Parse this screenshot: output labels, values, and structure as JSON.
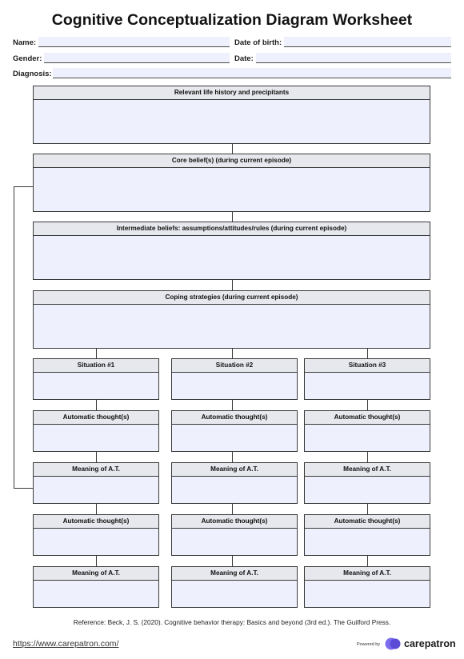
{
  "title": "Cognitive Conceptualization Diagram Worksheet",
  "fields": {
    "name": "Name:",
    "dob": "Date of birth:",
    "gender": "Gender:",
    "date": "Date:",
    "diagnosis": "Diagnosis:"
  },
  "sections": {
    "history": "Relevant life history and precipitants",
    "core": "Core belief(s) (during current episode)",
    "intermediate": "Intermediate beliefs: assumptions/attitudes/rules (during current episode)",
    "coping": "Coping strategies (during current episode)"
  },
  "columns": [
    {
      "situation": "Situation #1",
      "auto1": "Automatic thought(s)",
      "meaning1": "Meaning of A.T.",
      "auto2": "Automatic thought(s)",
      "meaning2": "Meaning of A.T."
    },
    {
      "situation": "Situation #2",
      "auto1": "Automatic thought(s)",
      "meaning1": "Meaning of A.T.",
      "auto2": "Automatic thought(s)",
      "meaning2": "Meaning of A.T."
    },
    {
      "situation": "Situation #3",
      "auto1": "Automatic thought(s)",
      "meaning1": "Meaning of A.T.",
      "auto2": "Automatic thought(s)",
      "meaning2": "Meaning of A.T."
    }
  ],
  "footer": {
    "reference": "Reference: Beck, J. S. (2020). Cognitive behavior therapy: Basics and beyond (3rd ed.). The Guilford Press.",
    "url": "https://www.carepatron.com/",
    "powered_by": "Powered by",
    "brand": "carepatron",
    "brand_color": "#6c5ce7"
  }
}
